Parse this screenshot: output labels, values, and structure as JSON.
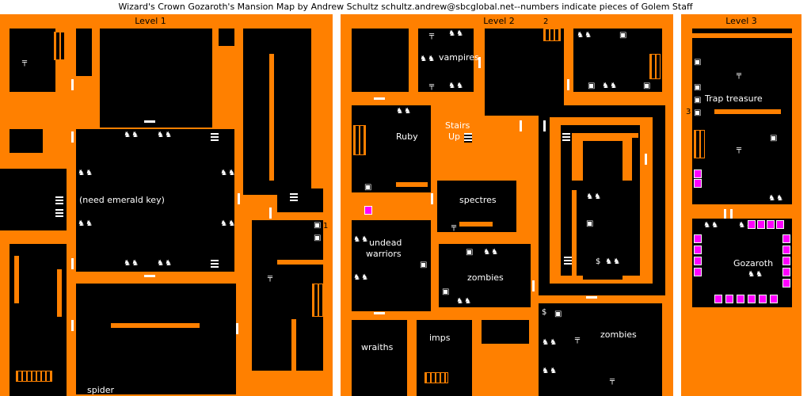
{
  "title": "Wizard's Crown Gozaroth's Mansion Map by Andrew Schultz schultz.andrew@sbcglobal.net--numbers indicate pieces of Golem Staff",
  "levels": [
    {
      "name": "Level 1"
    },
    {
      "name": "Level 2"
    },
    {
      "name": "Level 3"
    }
  ],
  "labels": {
    "l1_emerald": "(need emerald key)",
    "l1_spider": "spider",
    "l2_vampires": "vampires",
    "l2_stairs": "Stairs",
    "l2_up": "Up",
    "l2_ruby": "Ruby",
    "l2_spectres": "spectres",
    "l2_undead": "undead",
    "l2_warriors": "warriors",
    "l2_zombies_a": "zombies",
    "l2_zombies_b": "zombies",
    "l2_wraiths": "wraiths",
    "l2_imps": "imps",
    "l3_trap": "Trap treasure",
    "l3_gozaroth": "Gozaroth"
  },
  "staff_numbers": {
    "n1": "1",
    "n2": "2",
    "n3": "3"
  },
  "icons": {
    "monster_group": "♞♞",
    "treasure": "▣",
    "table": "╤",
    "gold": "$"
  },
  "colors": {
    "wall": "#ff8000",
    "floor": "#000000",
    "door": "#ffffff",
    "background": "#ffffff"
  }
}
